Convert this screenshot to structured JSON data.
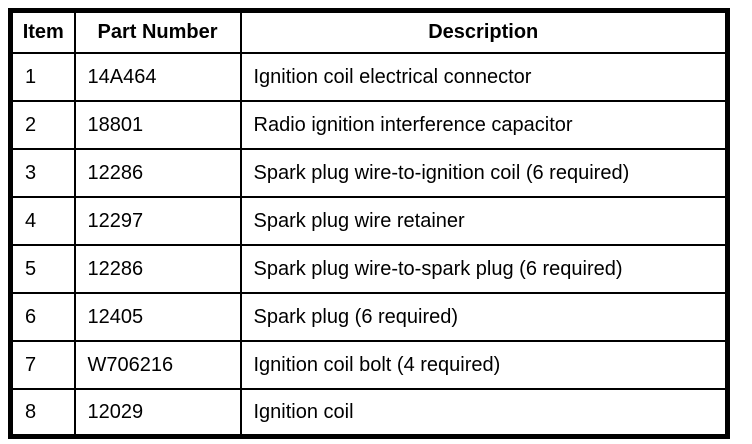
{
  "page": {
    "background": "#ffffff",
    "border_color": "#000000",
    "text_color": "#000000"
  },
  "parts_table": {
    "columns": [
      "Item",
      "Part Number",
      "Description"
    ],
    "rows": [
      {
        "item": "1",
        "part_number": "14A464",
        "description": "Ignition coil electrical connector"
      },
      {
        "item": "2",
        "part_number": "18801",
        "description": "Radio ignition interference capacitor"
      },
      {
        "item": "3",
        "part_number": "12286",
        "description": "Spark plug wire-to-ignition coil (6 required)"
      },
      {
        "item": "4",
        "part_number": "12297",
        "description": "Spark plug wire retainer"
      },
      {
        "item": "5",
        "part_number": "12286",
        "description": "Spark plug wire-to-spark plug (6 required)"
      },
      {
        "item": "6",
        "part_number": "12405",
        "description": "Spark plug (6 required)"
      },
      {
        "item": "7",
        "part_number": "W706216",
        "description": "Ignition coil bolt (4 required)"
      },
      {
        "item": "8",
        "part_number": "12029",
        "description": "Ignition coil"
      }
    ]
  }
}
